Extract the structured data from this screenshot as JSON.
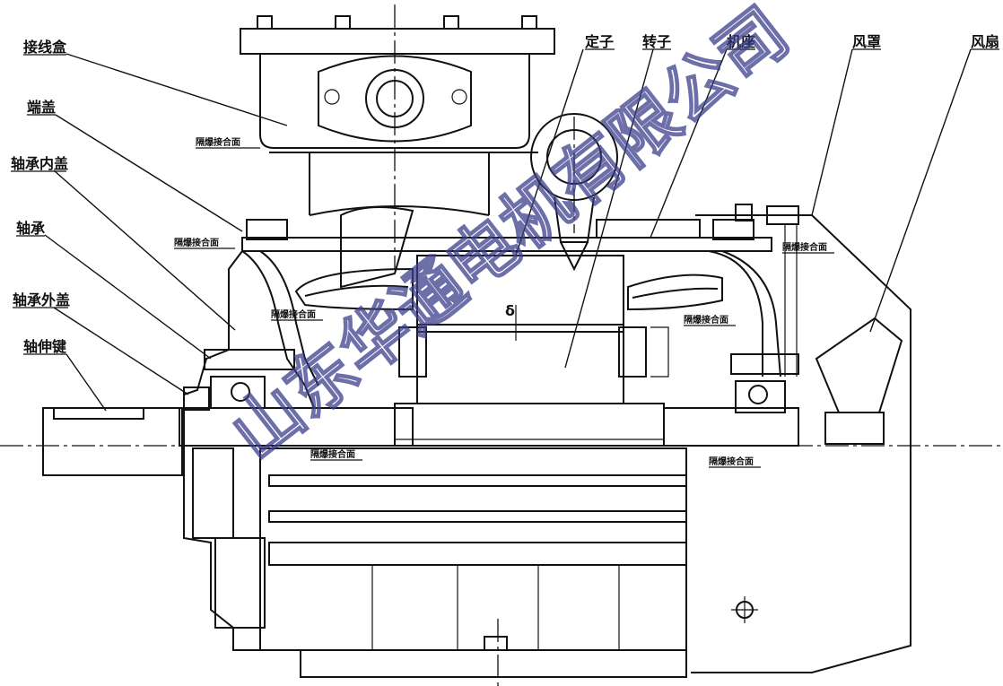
{
  "labels": {
    "junction_box": "接线盒",
    "end_cover": "端盖",
    "bearing_inner_cap": "轴承内盖",
    "bearing": "轴承",
    "bearing_outer_cap": "轴承外盖",
    "shaft_key": "轴伸键",
    "stator": "定子",
    "rotor": "转子",
    "frame": "机座",
    "fan_cover": "风罩",
    "fan": "风扇"
  },
  "joint_labels": {
    "j1": "隔爆接合面",
    "j2": "隔爆接合面",
    "j3": "隔爆接合面",
    "j4": "隔爆接合面",
    "j5": "隔爆接合面",
    "j6": "隔爆接合面",
    "j7": "隔爆接合面"
  },
  "symbols": {
    "air_gap": "δ"
  },
  "watermark": {
    "text": "山东华通电机有限公司",
    "color": "#3b3f8c"
  },
  "colors": {
    "line": "#111111",
    "background": "#ffffff"
  }
}
